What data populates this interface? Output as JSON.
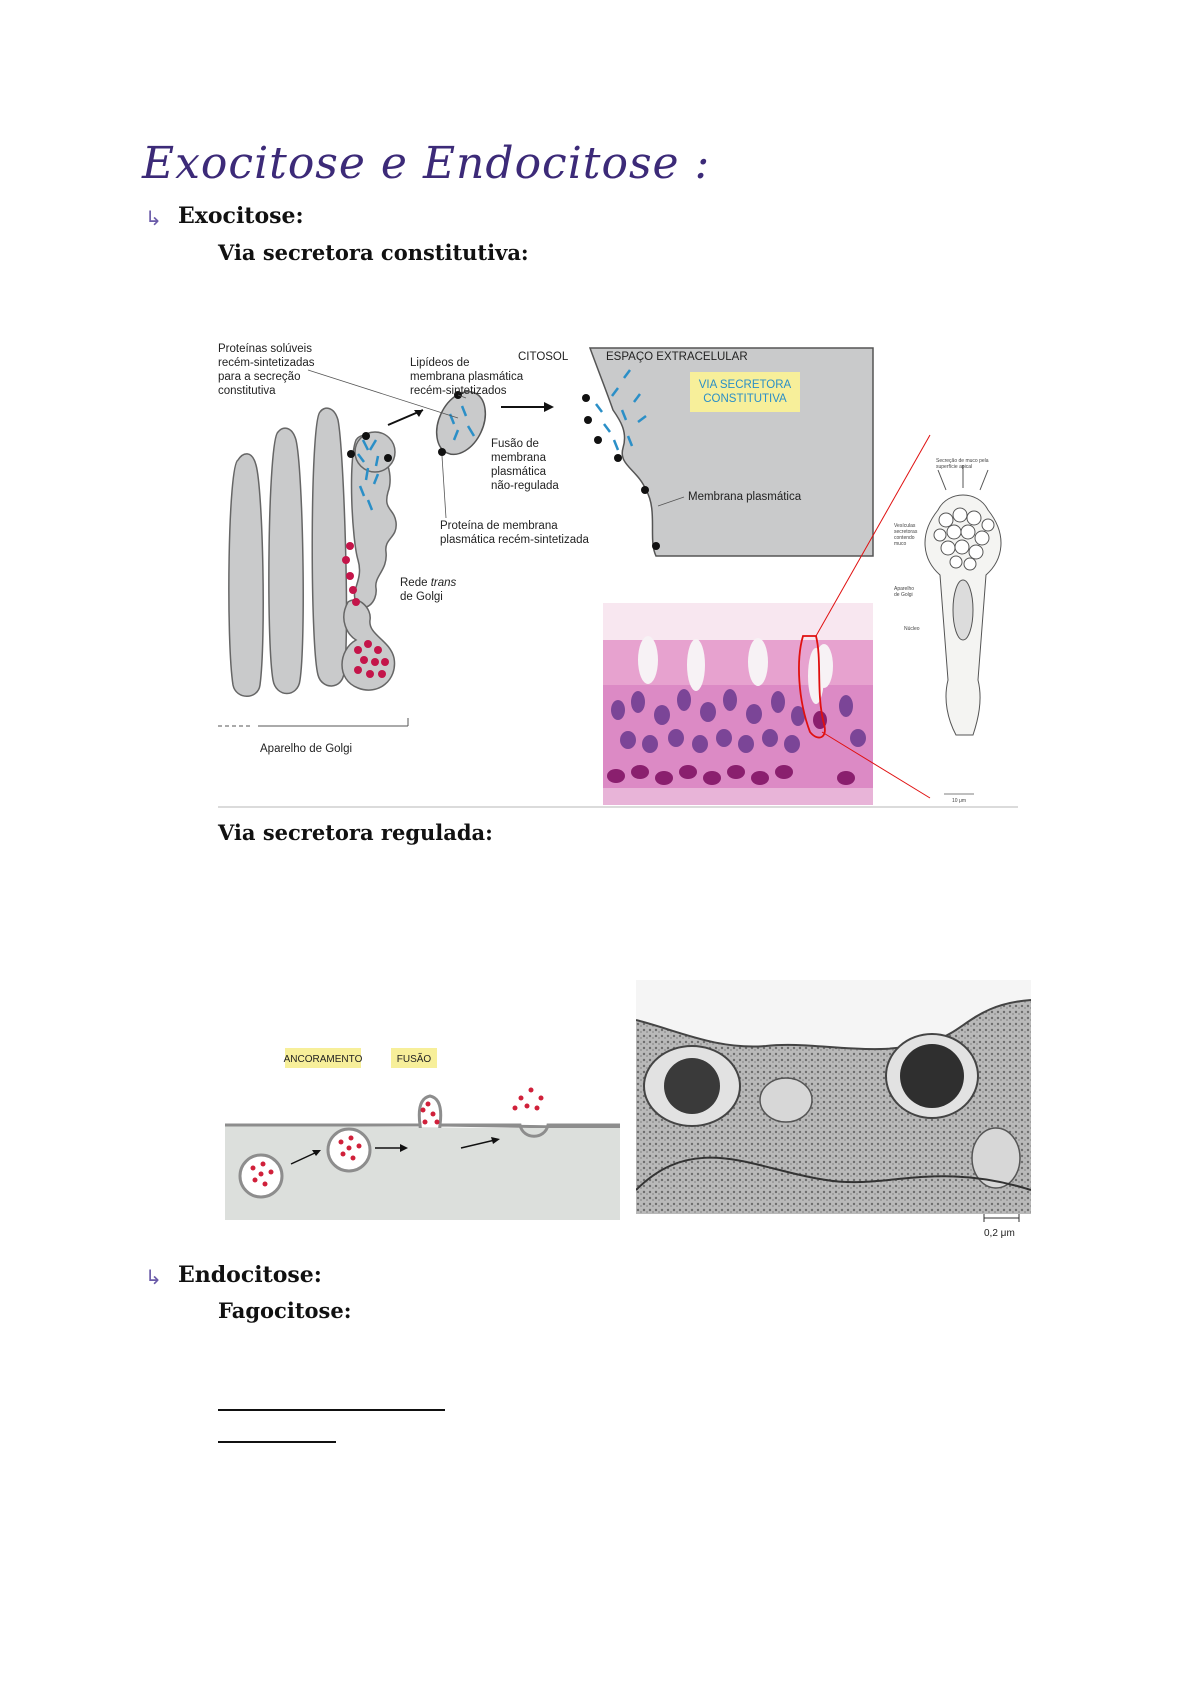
{
  "title": "Exocitose e Endocitose :",
  "exocitose": {
    "bullet": "↳",
    "heading": "Exocitose:",
    "constitutiva_heading": "Via secretora constitutiva:",
    "regulada_heading": "Via secretora regulada:"
  },
  "figure1": {
    "label_proteinas": [
      "Proteínas solúveis",
      "recém-sintetizadas",
      "para a secreção",
      "constitutiva"
    ],
    "label_lipideos": [
      "Lipídeos de",
      "membrana plasmática",
      "recém-sintetizados"
    ],
    "label_citosol": "CITOSOL",
    "label_espaco": "ESPAÇO EXTRACELULAR",
    "label_via": [
      "VIA SECRETORA",
      "CONSTITUTIVA"
    ],
    "label_fusao": [
      "Fusão de",
      "membrana",
      "plasmática",
      "não-regulada"
    ],
    "label_membrana": "Membrana plasmática",
    "label_proteina_membrana": [
      "Proteína de membrana",
      "plasmática recém-sintetizada"
    ],
    "label_rede": [
      "Rede",
      "trans",
      "de Golgi"
    ],
    "label_aparelho": "Aparelho de Golgi",
    "drawing_labels": [
      "Secreção de muco pela",
      "superfície apical",
      "Vesículas",
      "secretoras",
      "contendo",
      "muco",
      "Aparelho",
      "de Golgi",
      "Núcleo",
      "10 μm"
    ]
  },
  "figure2": {
    "label_ancoramento": "ANCORAMENTO",
    "label_fusao": "FUSÃO",
    "scale": "0,2 μm"
  },
  "endocitose": {
    "bullet": "↳",
    "heading": "Endocitose:",
    "fagocitose_heading": "Fagocitose:"
  },
  "colors": {
    "title": "#3c2a78",
    "golgi_gray": "#c9cacb",
    "vesicle_red": "#c4154a",
    "protein_blue": "#2b8fc7",
    "highlight_yellow": "#f7ef9a"
  }
}
